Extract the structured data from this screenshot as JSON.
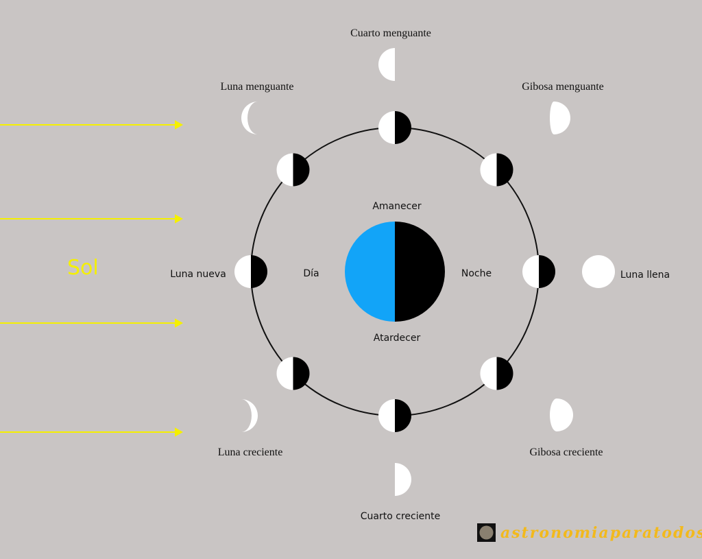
{
  "sun_label": "Sol",
  "earth": {
    "dawn": "Amanecer",
    "dusk": "Atardecer",
    "day": "Día",
    "night": "Noche",
    "day_color": "#12a4f8",
    "night_color": "#000000"
  },
  "phases": {
    "cuarto_menguante": "Cuarto menguante",
    "luna_menguante": "Luna menguante",
    "gibosa_menguante": "Gibosa menguante",
    "luna_nueva": "Luna nueva",
    "luna_llena": "Luna llena",
    "luna_creciente": "Luna creciente",
    "gibosa_creciente": "Gibosa creciente",
    "cuarto_creciente": "Cuarto creciente"
  },
  "logo": "astronomiaparatodos.com",
  "colors": {
    "background": "#c9c5c4",
    "sun_rays": "#f5f000"
  }
}
